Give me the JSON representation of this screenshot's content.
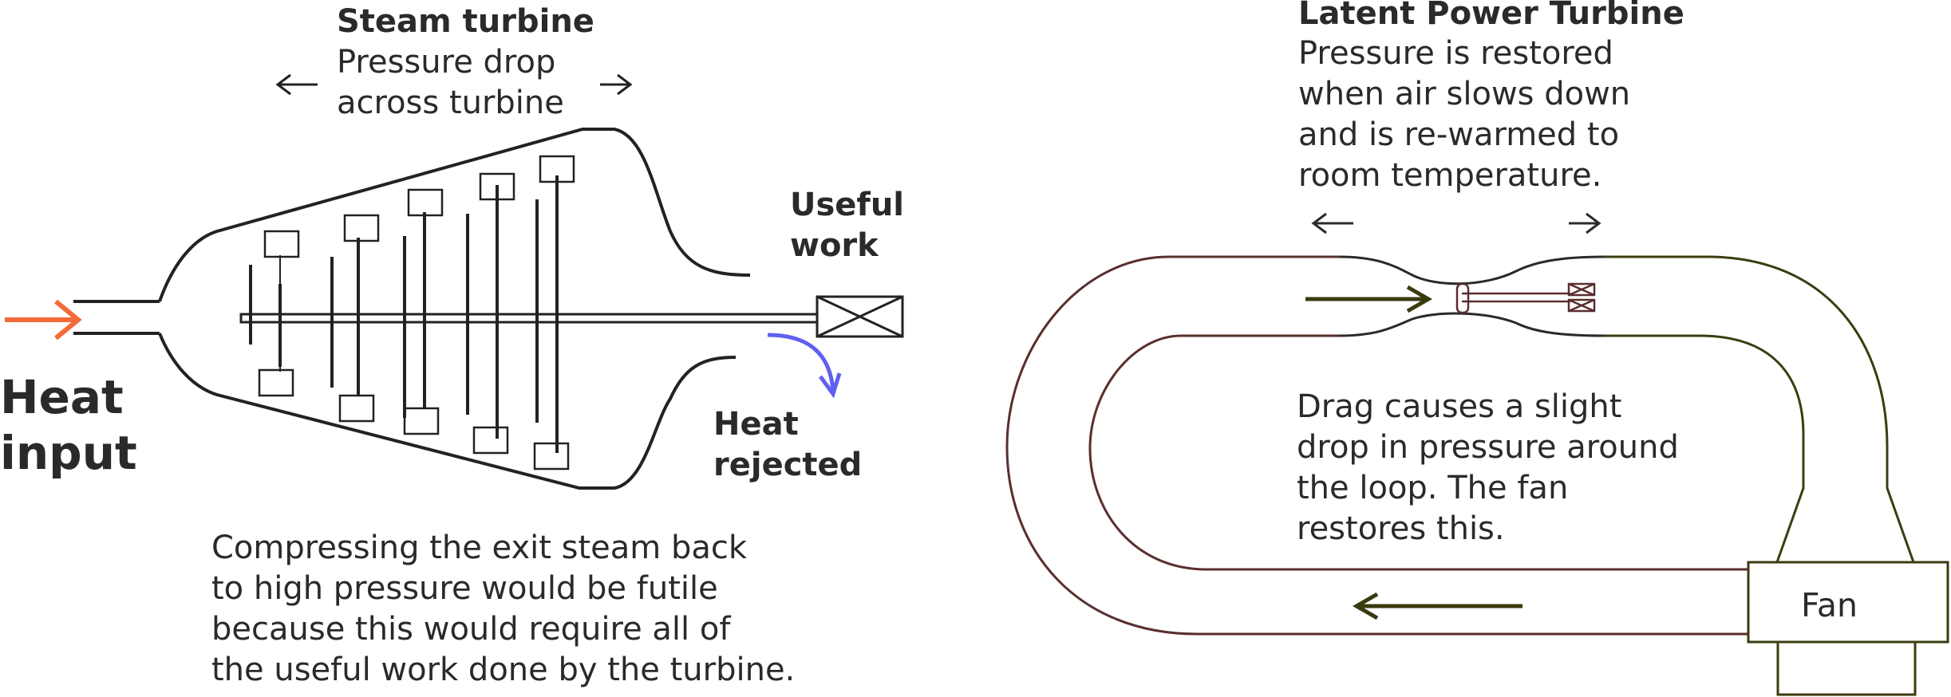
{
  "steam": {
    "title": "Steam turbine",
    "line1": "Pressure drop",
    "line2": "across turbine",
    "useful1": "Useful",
    "useful2": "work",
    "heat_in1": "Heat",
    "heat_in2": "input",
    "heat_out1": "Heat",
    "heat_out2": "rejected",
    "note": [
      "Compressing the exit steam back",
      "to high pressure would be futile",
      "because this would require all of",
      "the useful work done by the turbine."
    ]
  },
  "latent": {
    "title": "Latent Power Turbine",
    "desc": [
      "Pressure is restored",
      "when air slows down",
      "and is re-warmed to",
      "room temperature."
    ],
    "drag": [
      "Drag causes a slight",
      "drop in pressure around",
      "the loop. The fan",
      "restores this."
    ],
    "fan": "Fan"
  },
  "colors": {
    "text": "#2a2a2a",
    "heat_arrow": "#f26b3a",
    "reject_arrow": "#6060f0",
    "loop_dark": "#5a2e2e",
    "loop_olive": "#3c3c10",
    "flow_arrow": "#3a3a10"
  }
}
